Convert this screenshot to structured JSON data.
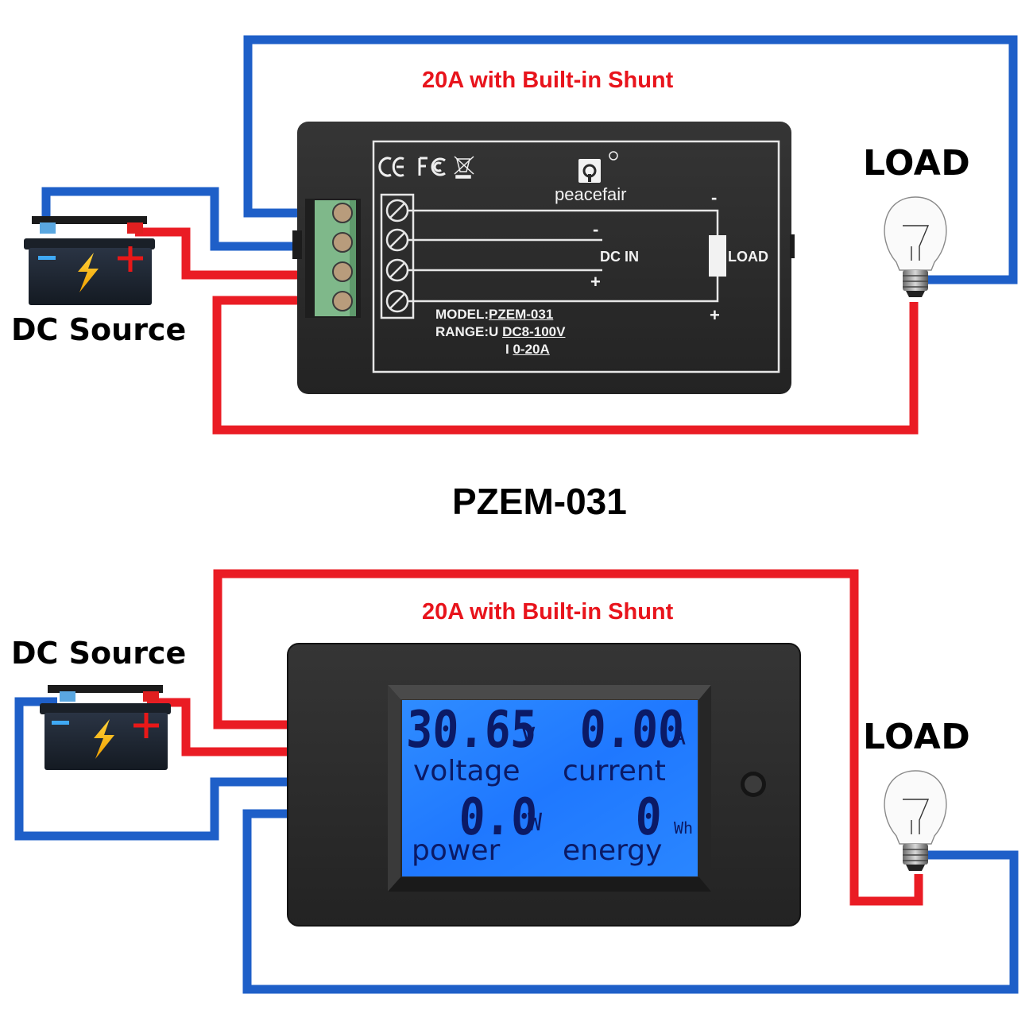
{
  "diagram": {
    "title": "PZEM-031",
    "colors": {
      "positive_wire": "#ea1c24",
      "negative_wire": "#1e5fc8",
      "meter_body": "#2a2a2a",
      "terminal_block": "#7fb88a",
      "lcd_backlight": "#1f7bff",
      "lcd_segment": "#0b1a66",
      "title_red": "#e8141c"
    },
    "top_section": {
      "caption": "20A with Built-in Shunt",
      "source_label": "DC Source",
      "load_label": "LOAD",
      "meter_back": {
        "certifications": [
          "CE",
          "FC",
          "WEEE"
        ],
        "brand": "peacefair",
        "dc_in_label": "DC IN",
        "load_label": "LOAD",
        "minus_symbol": "-",
        "plus_symbol": "+",
        "model_line": "MODEL:PZEM-031",
        "model_prefix": "MODEL:",
        "model_value": "PZEM-031",
        "range_prefix": "RANGE:U",
        "range_voltage": "DC8-100V",
        "range_current_prefix": "I",
        "range_current": "0-20A",
        "terminal_count": 4
      }
    },
    "bottom_section": {
      "caption": "20A with Built-in Shunt",
      "source_label": "DC Source",
      "load_label": "LOAD",
      "meter_front": {
        "voltage": {
          "value": "30.65",
          "unit": "V",
          "label": "voltage"
        },
        "current": {
          "value": "0.00",
          "unit": "A",
          "label": "current"
        },
        "power": {
          "value": "0.0",
          "unit": "W",
          "label": "power"
        },
        "energy": {
          "value": "0",
          "unit": "Wh",
          "label": "energy"
        }
      }
    },
    "icons": {
      "battery": "battery-icon",
      "lightning": "lightning-bolt-icon",
      "bulb": "light-bulb-icon",
      "brand_logo": "peacefair-logo-icon",
      "ce": "ce-mark-icon",
      "fcc": "fcc-mark-icon",
      "weee": "weee-bin-icon",
      "reset_button": "reset-button"
    },
    "battery_symbols": {
      "minus": "−",
      "plus": "+"
    }
  }
}
